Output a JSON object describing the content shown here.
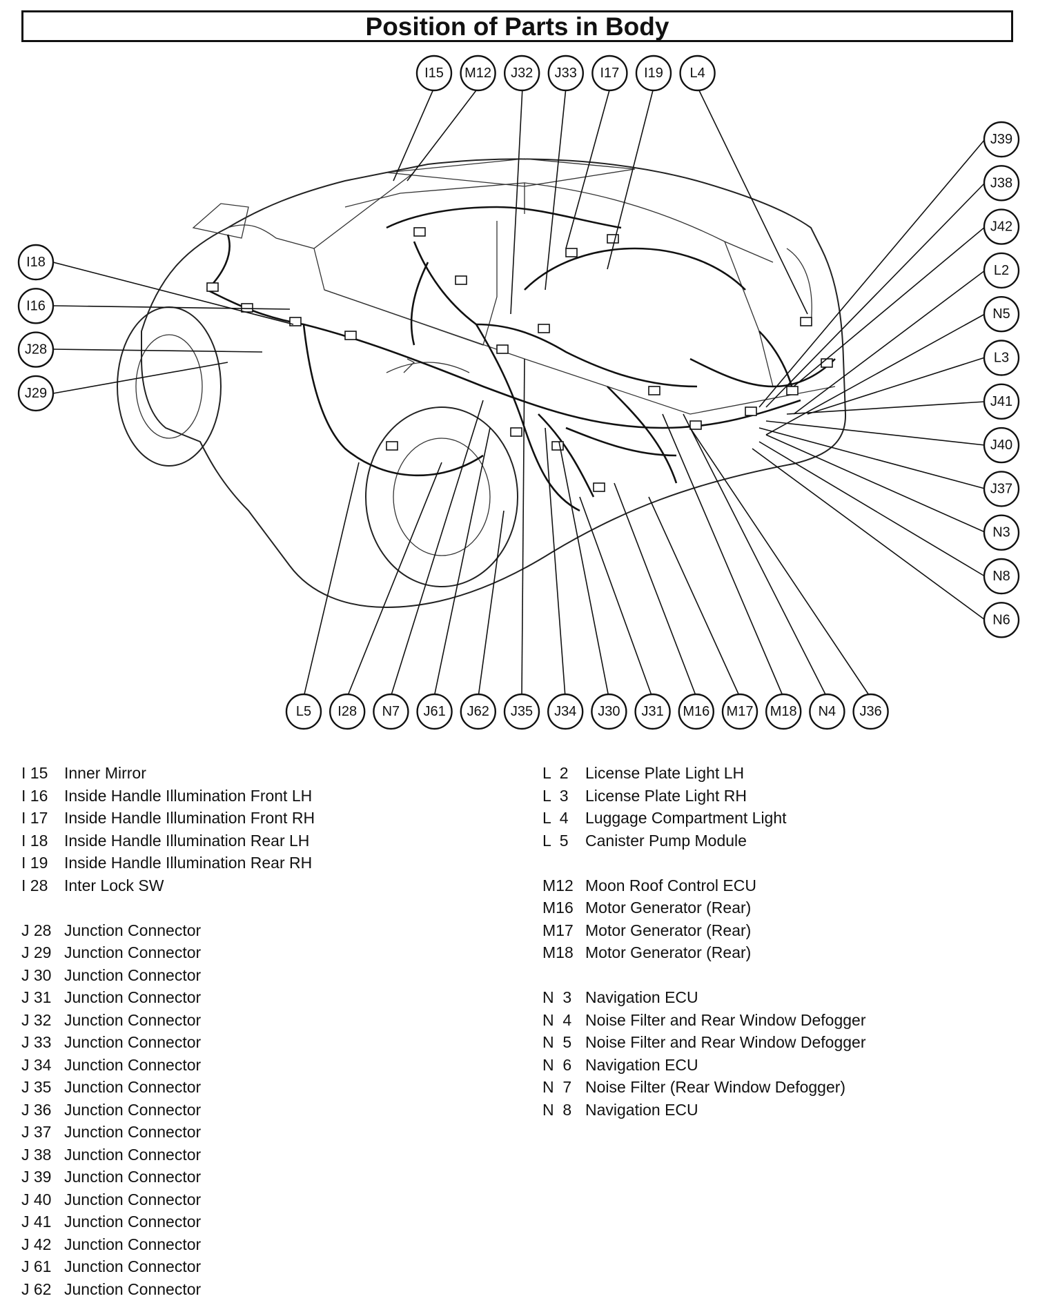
{
  "title": "Position of Parts in Body",
  "callouts_top": [
    "I15",
    "M12",
    "J32",
    "J33",
    "I17",
    "I19",
    "L4"
  ],
  "callouts_left": [
    "I18",
    "I16",
    "J28",
    "J29"
  ],
  "callouts_right": [
    "J39",
    "J38",
    "J42",
    "L2",
    "N5",
    "L3",
    "J41",
    "J40",
    "J37",
    "N3",
    "N8",
    "N6"
  ],
  "callouts_bottom": [
    "L5",
    "I28",
    "N7",
    "J61",
    "J62",
    "J35",
    "J34",
    "J30",
    "J31",
    "M16",
    "M17",
    "M18",
    "N4",
    "J36"
  ],
  "legend_left": [
    {
      "code": "I 15",
      "name": "Inner Mirror"
    },
    {
      "code": "I 16",
      "name": "Inside Handle Illumination Front LH"
    },
    {
      "code": "I 17",
      "name": "Inside Handle Illumination Front RH"
    },
    {
      "code": "I 18",
      "name": "Inside Handle Illumination Rear LH"
    },
    {
      "code": "I 19",
      "name": "Inside Handle Illumination Rear RH"
    },
    {
      "code": "I 28",
      "name": "Inter Lock SW"
    },
    null,
    {
      "code": "J 28",
      "name": "Junction Connector"
    },
    {
      "code": "J 29",
      "name": "Junction Connector"
    },
    {
      "code": "J 30",
      "name": "Junction Connector"
    },
    {
      "code": "J 31",
      "name": "Junction Connector"
    },
    {
      "code": "J 32",
      "name": "Junction Connector"
    },
    {
      "code": "J 33",
      "name": "Junction Connector"
    },
    {
      "code": "J 34",
      "name": "Junction Connector"
    },
    {
      "code": "J 35",
      "name": "Junction Connector"
    },
    {
      "code": "J 36",
      "name": "Junction Connector"
    },
    {
      "code": "J 37",
      "name": "Junction Connector"
    },
    {
      "code": "J 38",
      "name": "Junction Connector"
    },
    {
      "code": "J 39",
      "name": "Junction Connector"
    },
    {
      "code": "J 40",
      "name": "Junction Connector"
    },
    {
      "code": "J 41",
      "name": "Junction Connector"
    },
    {
      "code": "J 42",
      "name": "Junction Connector"
    },
    {
      "code": "J 61",
      "name": "Junction Connector"
    },
    {
      "code": "J 62",
      "name": "Junction Connector"
    }
  ],
  "legend_right": [
    {
      "code": "L  2",
      "name": "License Plate Light LH"
    },
    {
      "code": "L  3",
      "name": "License Plate Light RH"
    },
    {
      "code": "L  4",
      "name": "Luggage Compartment Light"
    },
    {
      "code": "L  5",
      "name": "Canister Pump Module"
    },
    null,
    {
      "code": "M12",
      "name": "Moon Roof Control ECU"
    },
    {
      "code": "M16",
      "name": "Motor Generator (Rear)"
    },
    {
      "code": "M17",
      "name": "Motor Generator (Rear)"
    },
    {
      "code": "M18",
      "name": "Motor Generator (Rear)"
    },
    null,
    {
      "code": "N  3",
      "name": "Navigation ECU"
    },
    {
      "code": "N  4",
      "name": "Noise Filter and Rear Window Defogger"
    },
    {
      "code": "N  5",
      "name": "Noise Filter and Rear Window Defogger"
    },
    {
      "code": "N  6",
      "name": "Navigation ECU"
    },
    {
      "code": "N  7",
      "name": "Noise Filter (Rear Window Defogger)"
    },
    {
      "code": "N  8",
      "name": "Navigation ECU"
    }
  ]
}
